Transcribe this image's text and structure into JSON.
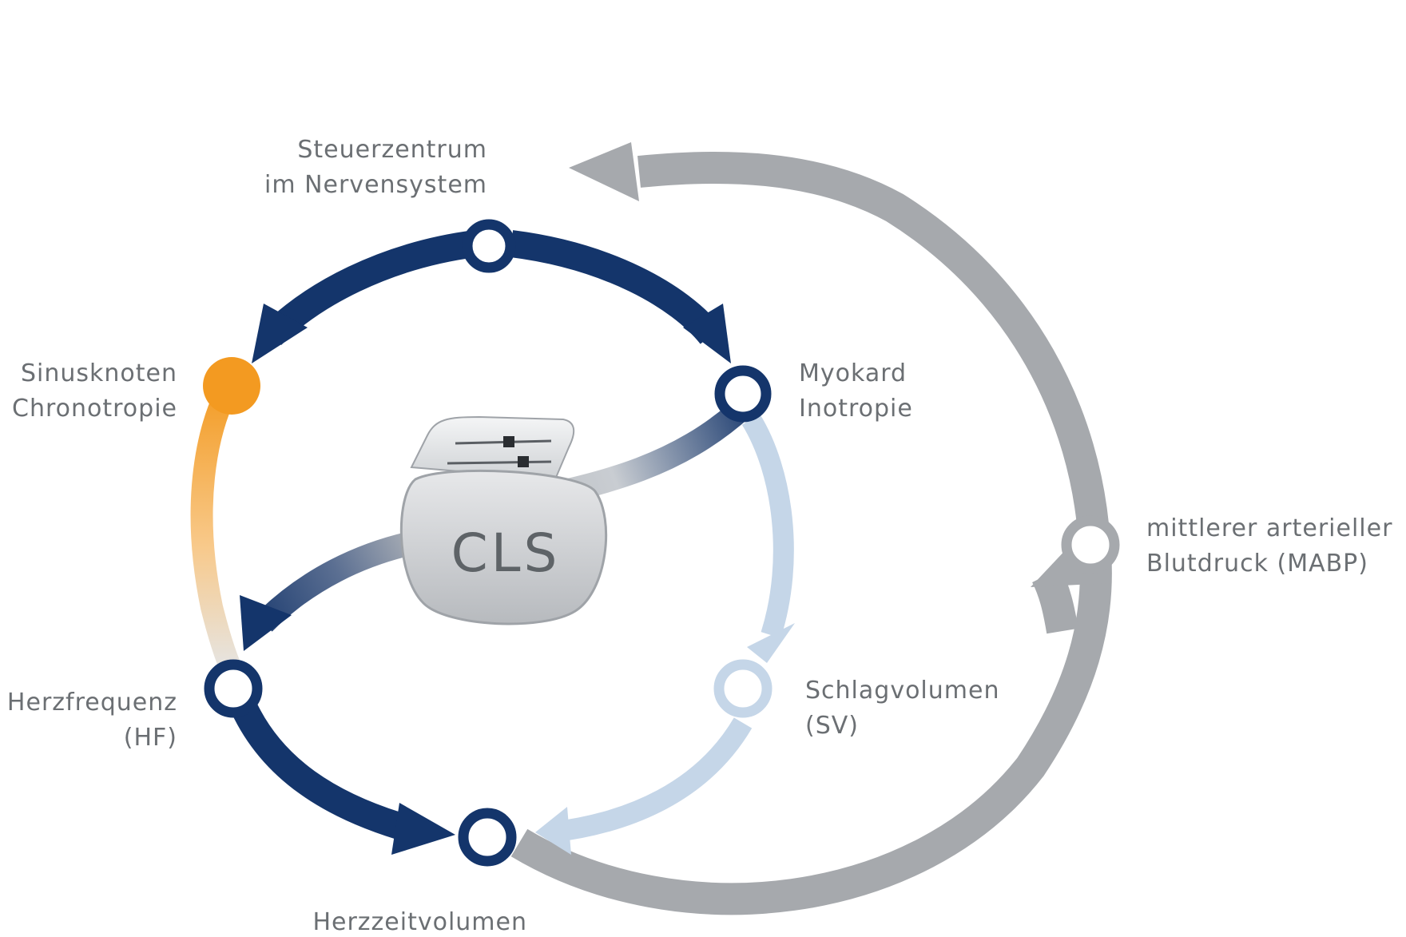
{
  "colors": {
    "dark_blue": "#14356b",
    "gray": "#a6a9ad",
    "light_blue": "#c5d6e8",
    "orange": "#f39a21",
    "text": "#6b6f73"
  },
  "nodes": {
    "control": {
      "line1": "Steuerzentrum",
      "line2": "im Nervensystem"
    },
    "sinus": {
      "line1": "Sinusknoten",
      "line2": "Chronotropie"
    },
    "myo": {
      "line1": "Myokard",
      "line2": "Inotropie"
    },
    "hf": {
      "line1": "Herzfrequenz",
      "line2": "(HF)"
    },
    "sv": {
      "line1": "Schlagvolumen",
      "line2": "(SV)"
    },
    "hzv": {
      "line1": "Herzzeitvolumen",
      "line2": ""
    },
    "mabp": {
      "line1": "mittlerer arterieller",
      "line2": "Blutdruck (MABP)"
    }
  },
  "device": {
    "label": "CLS"
  }
}
